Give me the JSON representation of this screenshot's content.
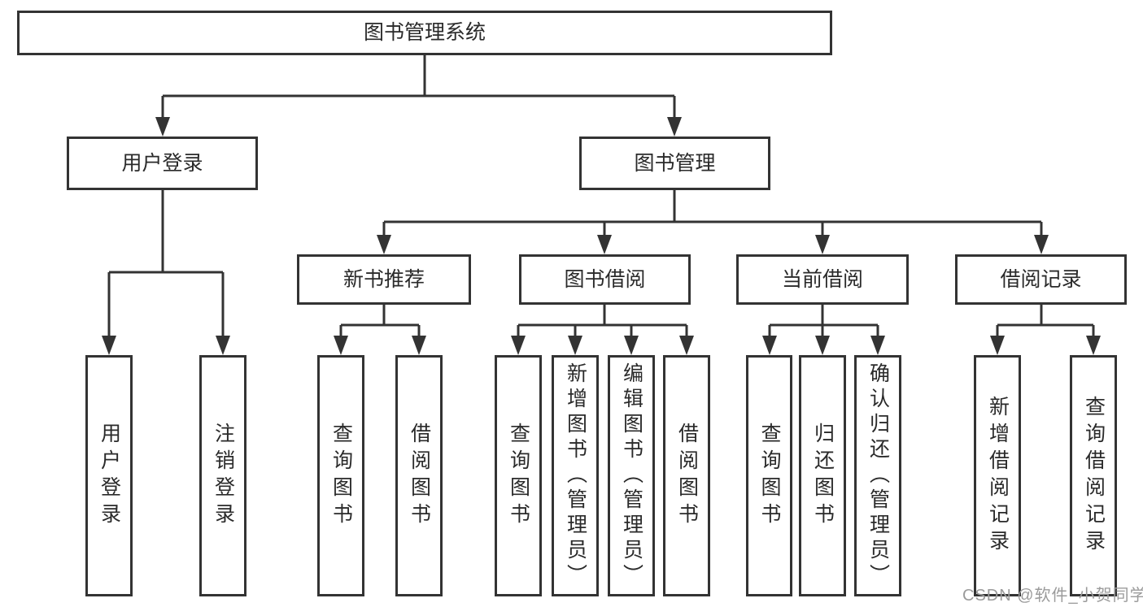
{
  "diagram": {
    "title": "图书管理系统",
    "line_color": "#333333",
    "box_border_color": "#333333",
    "text_color": "#2a2a2a",
    "background_color": "#ffffff",
    "nodes": {
      "root": {
        "label": "图书管理系统"
      },
      "branches": [
        {
          "label": "用户登录"
        },
        {
          "label": "图书管理"
        }
      ],
      "modules": [
        {
          "label": "新书推荐"
        },
        {
          "label": "图书借阅"
        },
        {
          "label": "当前借阅"
        },
        {
          "label": "借阅记录"
        }
      ],
      "leaves": [
        {
          "parent": "用户登录",
          "label": "用户登录"
        },
        {
          "parent": "用户登录",
          "label": "注销登录"
        },
        {
          "parent": "新书推荐",
          "label": "查询图书"
        },
        {
          "parent": "新书推荐",
          "label": "借阅图书"
        },
        {
          "parent": "图书借阅",
          "label": "查询图书"
        },
        {
          "parent": "图书借阅",
          "label": "新增图书（管理员）"
        },
        {
          "parent": "图书借阅",
          "label": "编辑图书（管理员）"
        },
        {
          "parent": "图书借阅",
          "label": "借阅图书"
        },
        {
          "parent": "当前借阅",
          "label": "查询图书"
        },
        {
          "parent": "当前借阅",
          "label": "归还图书"
        },
        {
          "parent": "当前借阅",
          "label": "确认归还（管理员）"
        },
        {
          "parent": "借阅记录",
          "label": "新增借阅记录"
        },
        {
          "parent": "借阅记录",
          "label": "查询借阅记录"
        }
      ]
    },
    "watermark": {
      "text": "CSDN @软件_小贺同学"
    }
  }
}
